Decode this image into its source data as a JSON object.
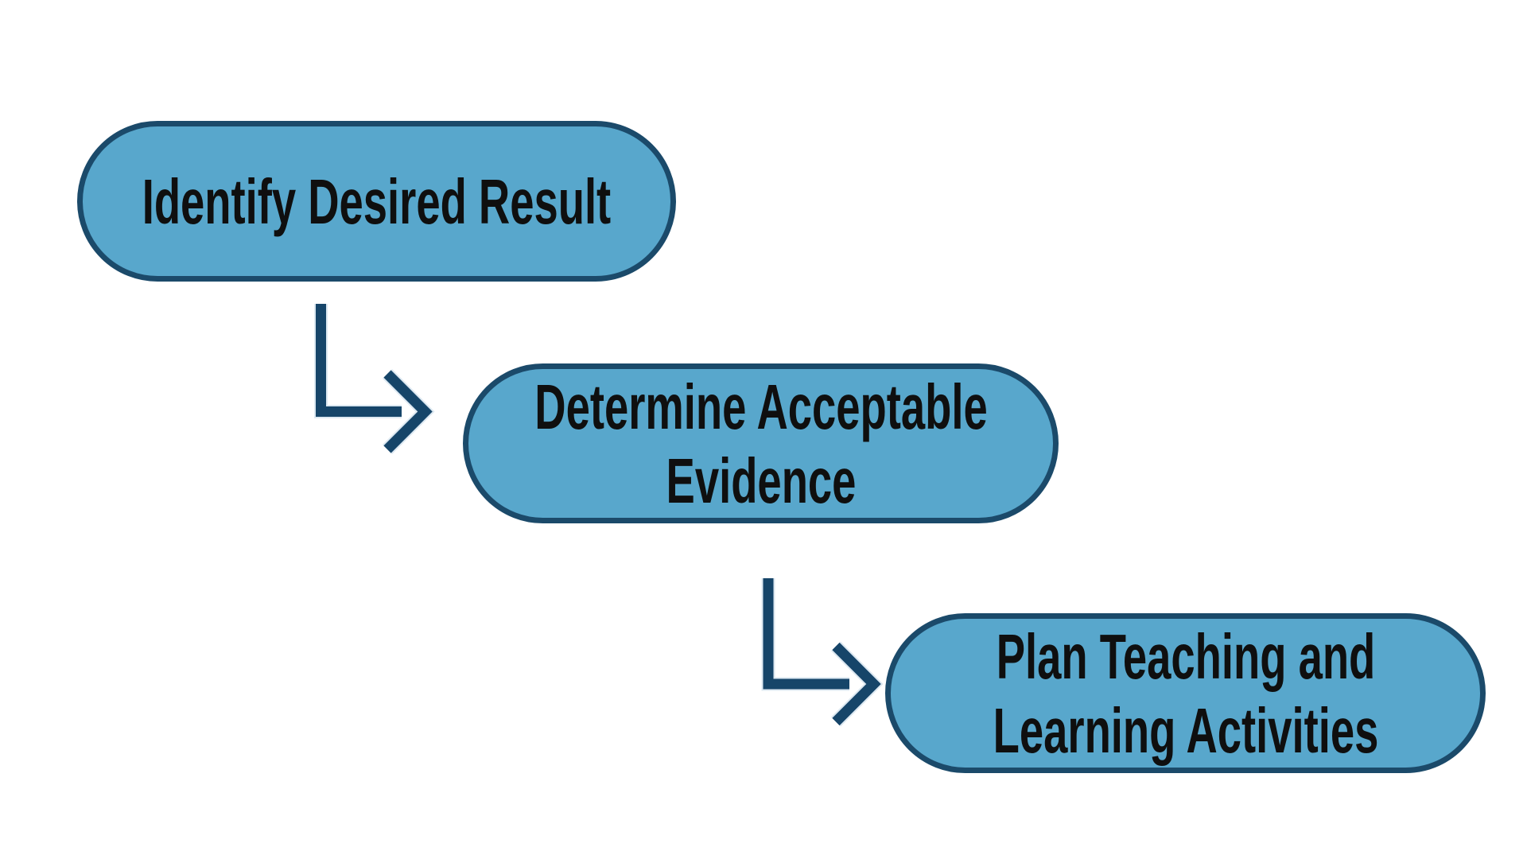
{
  "page": {
    "background": "#FFFFFF"
  },
  "colors": {
    "box_fill": "#58A7CC",
    "box_border": "#1B4A6A",
    "arrow": "#164569",
    "arrow_halo": "#DCE8F1",
    "text": "#0F0F0F",
    "page_bg": "#FFFFFF"
  },
  "diagram": {
    "type": "flowchart",
    "steps": [
      {
        "label": "Identify Desired Result"
      },
      {
        "label": "Determine Acceptable Evidence"
      },
      {
        "label": "Plan Teaching and Learning Activities"
      }
    ],
    "connectors": [
      {
        "from": "Identify Desired Result",
        "to": "Determine Acceptable Evidence",
        "shape": "elbow-down-right-arrow"
      },
      {
        "from": "Determine Acceptable Evidence",
        "to": "Plan Teaching and Learning Activities",
        "shape": "elbow-down-right-arrow"
      }
    ]
  }
}
